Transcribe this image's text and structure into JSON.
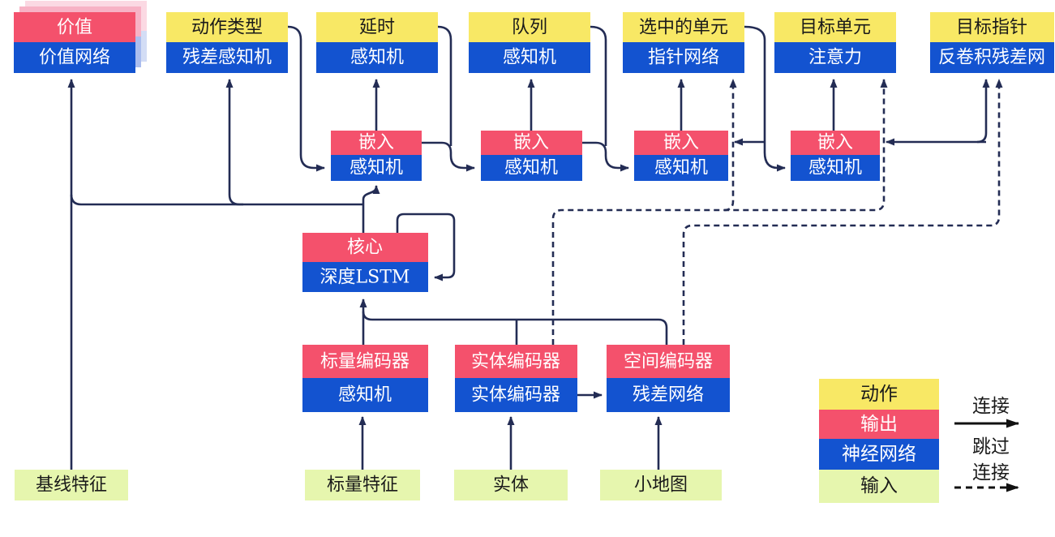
{
  "nodes": {
    "value": {
      "label": "价值",
      "network": "价值网络"
    },
    "action_type": {
      "label": "动作类型",
      "network": "残差感知机"
    },
    "delay": {
      "label": "延时",
      "network": "感知机"
    },
    "queue": {
      "label": "队列",
      "network": "感知机"
    },
    "selected_units": {
      "label": "选中的单元",
      "network": "指针网络"
    },
    "target_unit": {
      "label": "目标单元",
      "network": "注意力"
    },
    "target_pointer": {
      "label": "目标指针",
      "network": "反卷积残差网"
    },
    "embedding": {
      "label": "嵌入",
      "network": "感知机"
    },
    "core": {
      "label": "核心",
      "network": "深度LSTM"
    },
    "scalar_encoder": {
      "label": "标量编码器",
      "network": "感知机"
    },
    "entity_encoder": {
      "label": "实体编码器",
      "network": "实体编码器"
    },
    "spatial_encoder": {
      "label": "空间编码器",
      "network": "残差网络"
    }
  },
  "inputs": {
    "baseline": "基线特征",
    "scalar": "标量特征",
    "entity": "实体",
    "minimap": "小地图"
  },
  "legend": {
    "action": "动作",
    "output": "输出",
    "network": "神经网络",
    "input": "输入",
    "connection": "连接",
    "skip_line1": "跳过",
    "skip_line2": "连接"
  },
  "edges": [
    {
      "from": "baseline_features",
      "to": "value",
      "style": "solid"
    },
    {
      "from": "core",
      "to": "value",
      "style": "solid"
    },
    {
      "from": "core",
      "to": "action_type",
      "style": "solid"
    },
    {
      "from": "core",
      "to": "embedding1",
      "style": "solid"
    },
    {
      "from": "core",
      "to": "core",
      "style": "solid",
      "note": "self-loop"
    },
    {
      "from": "action_type",
      "to": "embedding1",
      "style": "solid"
    },
    {
      "from": "embedding1",
      "to": "delay",
      "style": "solid"
    },
    {
      "from": "embedding1",
      "to": "embedding2",
      "style": "solid"
    },
    {
      "from": "delay",
      "to": "embedding2",
      "style": "solid"
    },
    {
      "from": "embedding2",
      "to": "queue",
      "style": "solid"
    },
    {
      "from": "embedding2",
      "to": "embedding3",
      "style": "solid"
    },
    {
      "from": "queue",
      "to": "embedding3",
      "style": "solid"
    },
    {
      "from": "embedding3",
      "to": "selected_units",
      "style": "solid"
    },
    {
      "from": "selected_units",
      "to": "embedding3",
      "style": "solid"
    },
    {
      "from": "selected_units",
      "to": "embedding4",
      "style": "solid"
    },
    {
      "from": "embedding4",
      "to": "target_unit",
      "style": "solid"
    },
    {
      "from": "embedding4",
      "to": "target_pointer",
      "style": "solid"
    },
    {
      "from": "scalar_encoder",
      "to": "core",
      "style": "solid"
    },
    {
      "from": "entity_encoder",
      "to": "core",
      "style": "solid"
    },
    {
      "from": "spatial_encoder",
      "to": "core",
      "style": "solid"
    },
    {
      "from": "entity_encoder",
      "to": "spatial_encoder",
      "style": "solid"
    },
    {
      "from": "scalar_features",
      "to": "scalar_encoder",
      "style": "solid"
    },
    {
      "from": "entities",
      "to": "entity_encoder",
      "style": "solid"
    },
    {
      "from": "minimap",
      "to": "spatial_encoder",
      "style": "solid"
    },
    {
      "from": "entity_encoder",
      "to": "selected_units",
      "style": "dashed"
    },
    {
      "from": "entity_encoder",
      "to": "target_unit",
      "style": "dashed"
    },
    {
      "from": "spatial_encoder",
      "to": "target_pointer",
      "style": "dashed"
    }
  ],
  "colors": {
    "action_yellow": "#f8e865",
    "output_red": "#f4516c",
    "network_blue": "#1353d0",
    "input_green": "#e6f6ae",
    "connector_navy": "#232c54",
    "shadow_pink_far": "#fbd9e3",
    "shadow_blue_far": "#d3ddf5",
    "shadow_pink_near": "#f7b2c5",
    "shadow_blue_near": "#abbdee"
  }
}
